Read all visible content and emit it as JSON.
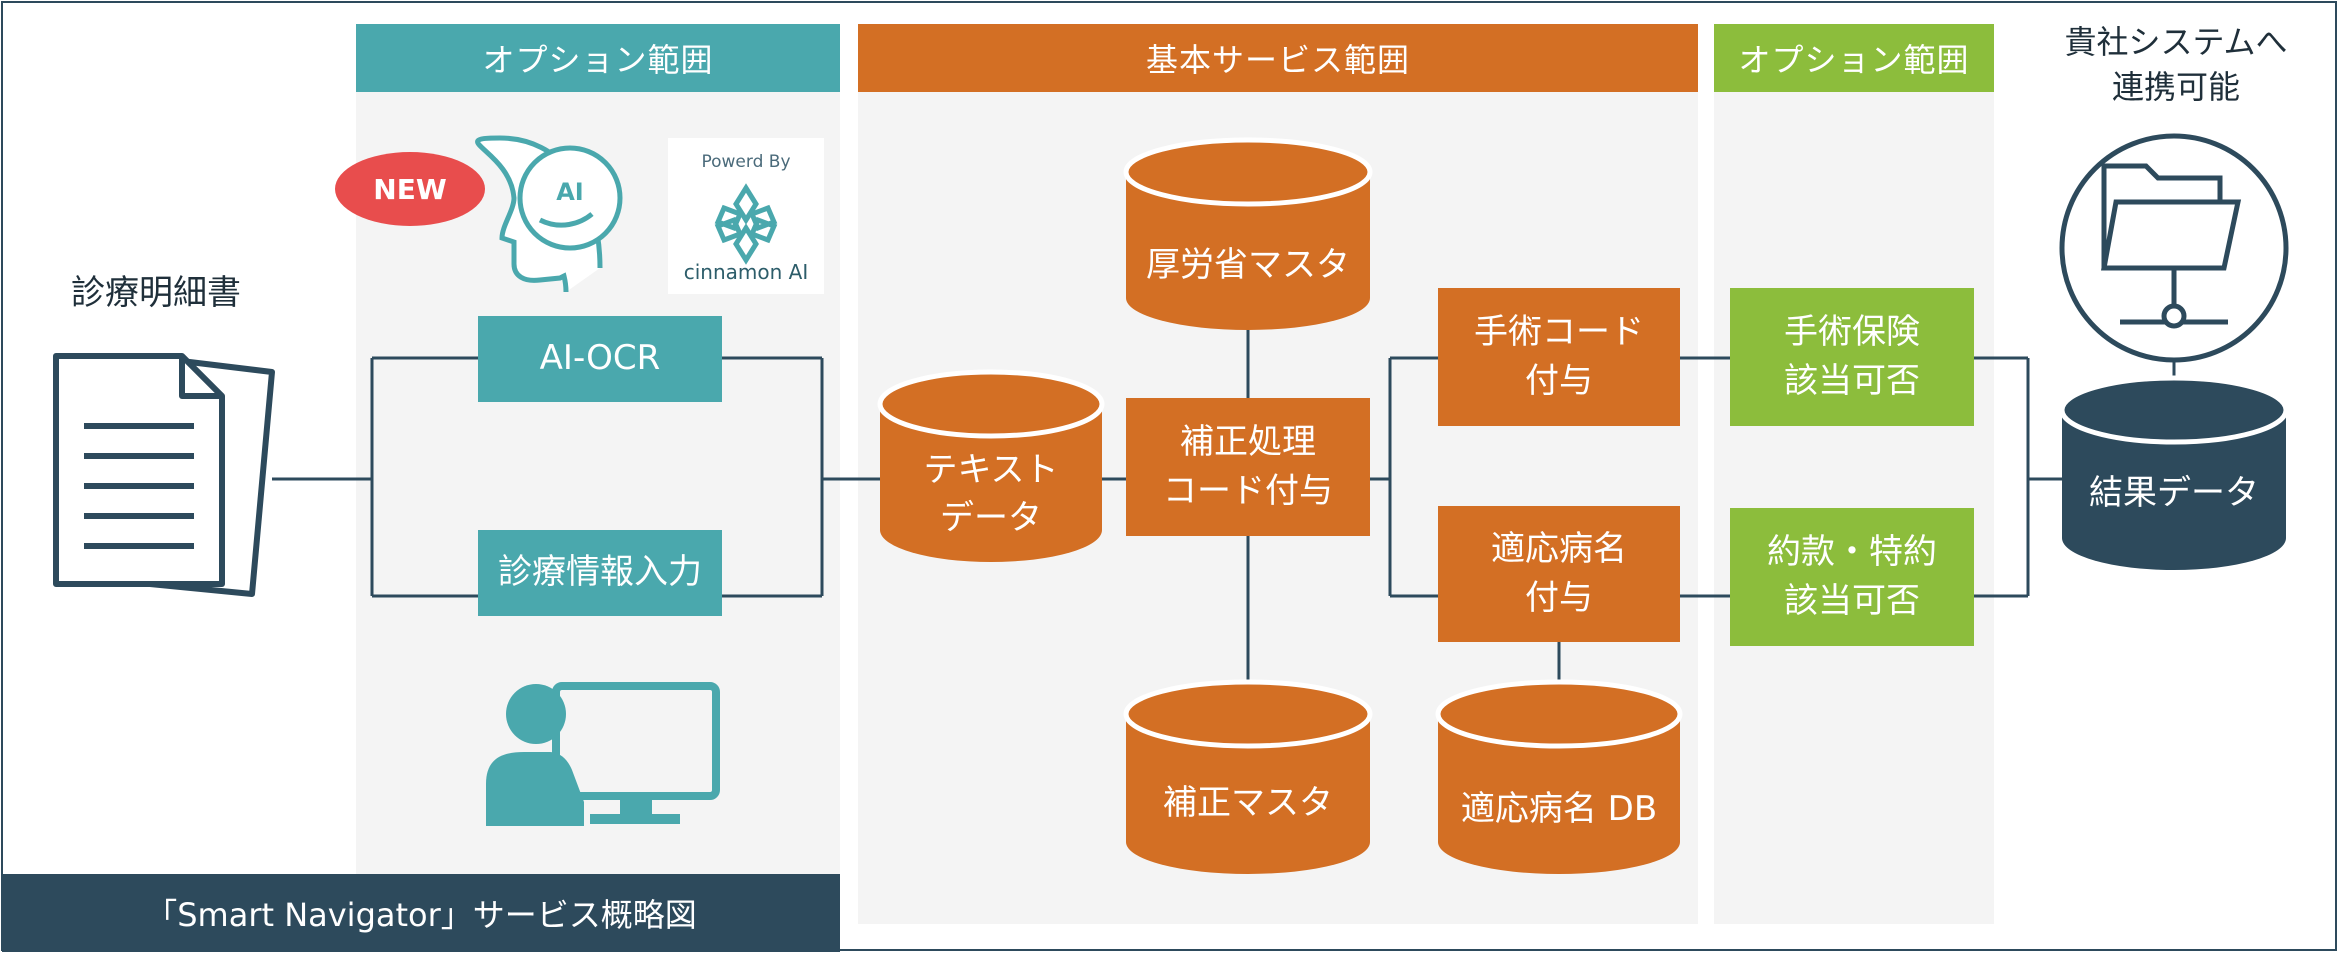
{
  "sections": {
    "option_left": "オプション範囲",
    "basic": "基本サービス範囲",
    "option_right": "オプション範囲"
  },
  "system_label": "貴社システムへ\n連携可能",
  "input_doc_label": "診療明細書",
  "new_badge": "NEW",
  "cinnamon": {
    "powered_by": "Powerd By",
    "name": "cinnamon AI"
  },
  "ai_head_text": "AI",
  "steps": {
    "ai_ocr": "AI-OCR",
    "manual_input": "診療情報入力",
    "text_data": "テキスト\nデータ",
    "mhlw_master": "厚労省マスタ",
    "correction_code": "補正処理\nコード付与",
    "correction_master": "補正マスタ",
    "surgery_code": "手術コード\n付与",
    "disease_name": "適応病名\n付与",
    "disease_db": "適応病名 DB",
    "surgery_insurance": "手術保険\n該当可否",
    "contract_clause": "約款・特約\n該当可否",
    "result_data": "結果データ"
  },
  "footer": "「Smart Navigator」サービス概略図",
  "colors": {
    "teal": "#4aa8ad",
    "orange": "#d36f24",
    "green": "#8cbd3c",
    "navy": "#2d4a5c",
    "red": "#e84d4d",
    "panel": "#f4f4f4"
  }
}
